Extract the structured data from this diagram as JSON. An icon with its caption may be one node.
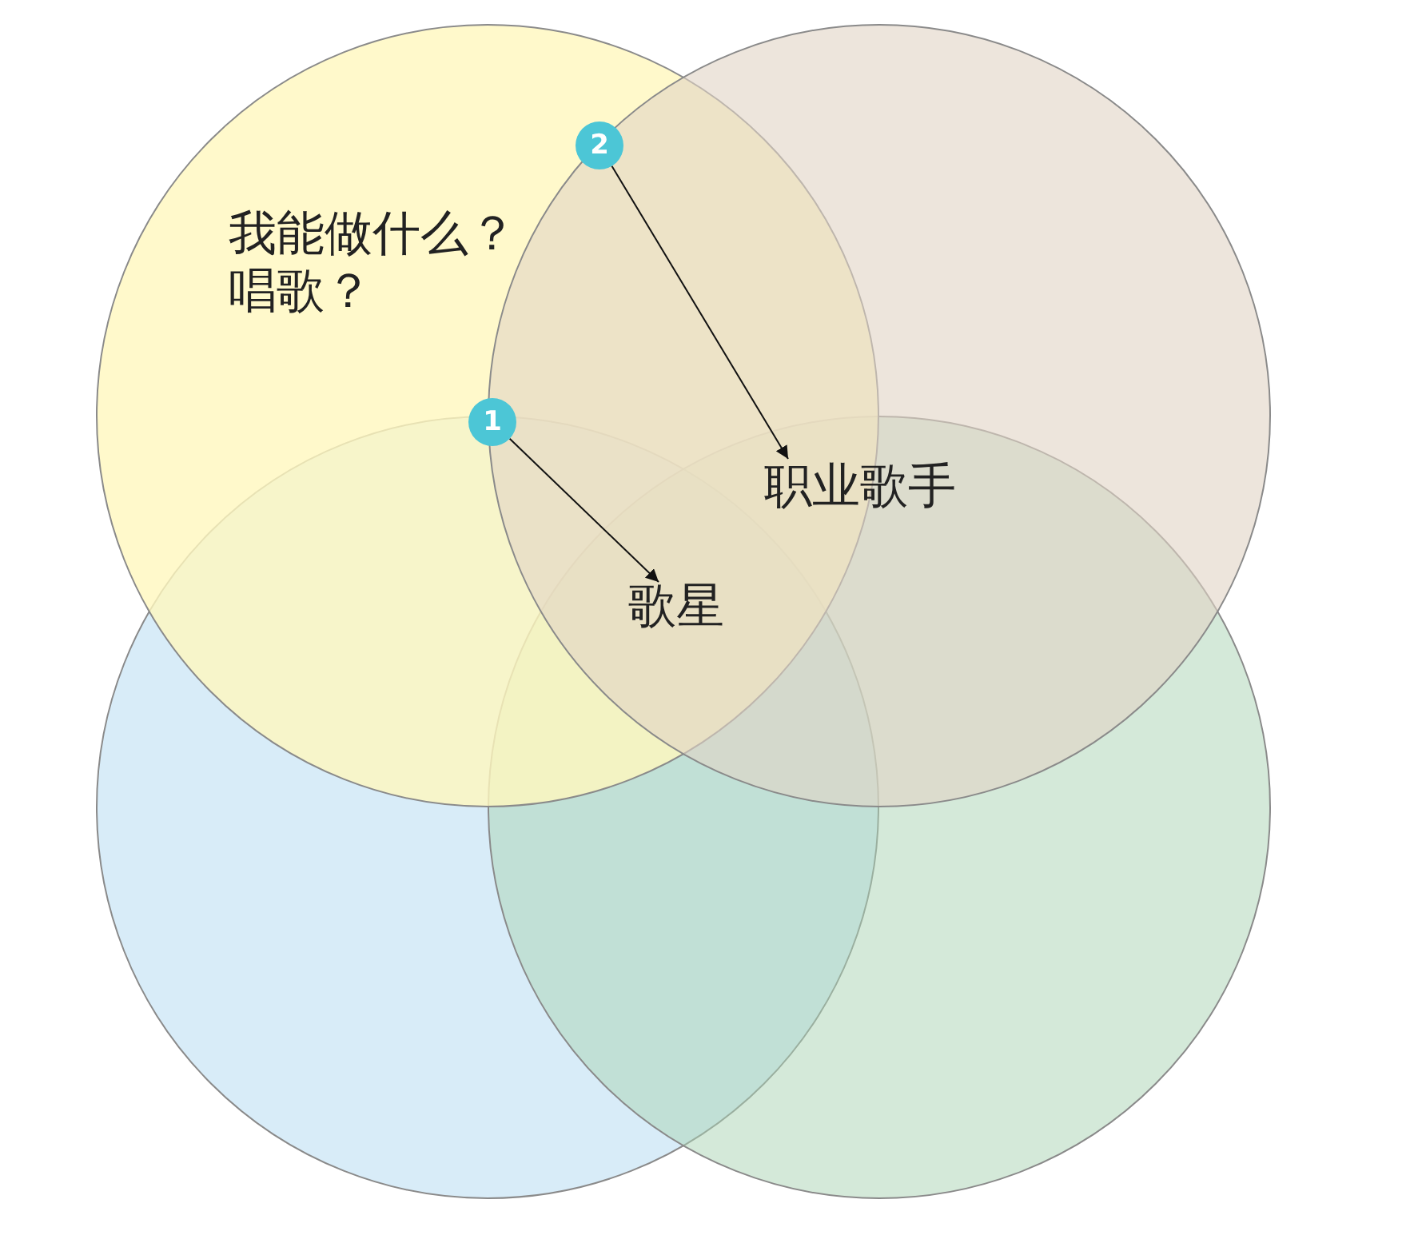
{
  "diagram": {
    "nodes": [
      {
        "text": [
          "我能做什么？唱歌？"
        ]
      },
      {
        "text": [],
        "shape": "circle"
      },
      {
        "text": [],
        "shape": "circle"
      },
      {
        "text": [],
        "shape": "circle"
      },
      {
        "text": [
          "2"
        ]
      },
      {
        "text": [
          "1"
        ],
        "in": 0
      },
      {
        "text": [
          "职业歌手"
        ]
      },
      {
        "text": [
          "歌星"
        ]
      }
    ],
    "edges": [
      {
        "from": 5,
        "to": 7,
        "arrow": "to"
      },
      {
        "from": 4,
        "to": 6,
        "arrow": "to"
      }
    ]
  }
}
